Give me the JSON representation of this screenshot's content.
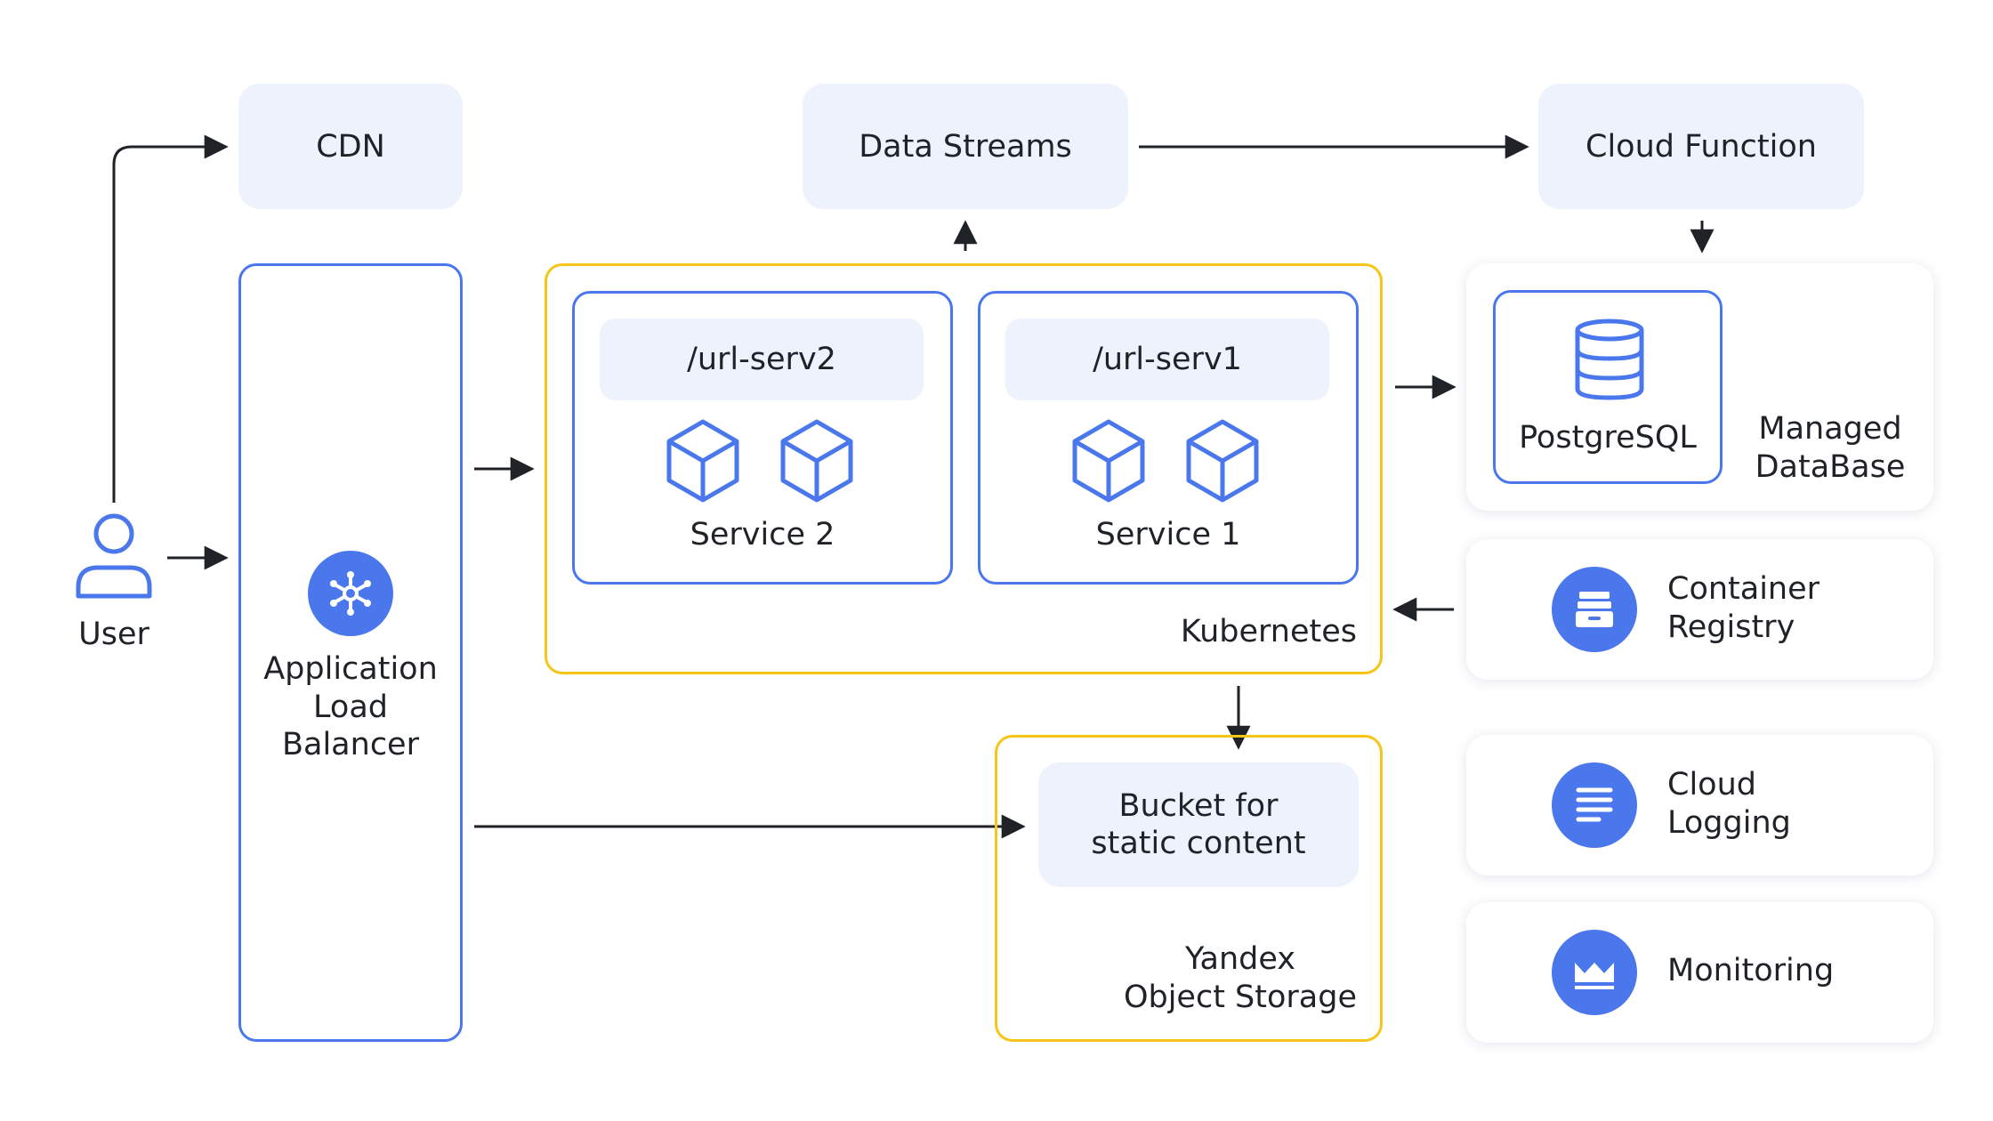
{
  "nodes": {
    "cdn": "CDN",
    "data_streams": "Data Streams",
    "cloud_function": "Cloud Function",
    "user": "User",
    "alb": "Application\nLoad\nBalancer",
    "kubernetes": "Kubernetes",
    "url_serv2": "/url-serv2",
    "url_serv1": "/url-serv1",
    "service2": "Service 2",
    "service1": "Service 1",
    "postgresql": "PostgreSQL",
    "managed_db": "Managed\nDataBase",
    "container_registry": "Container\nRegistry",
    "bucket": "Bucket for\nstatic content",
    "object_storage": "Yandex\nObject Storage",
    "cloud_logging": "Cloud\nLogging",
    "monitoring": "Monitoring"
  },
  "icons": {
    "user": "user-icon",
    "alb": "load-balancer-icon",
    "service": "cube-icon",
    "database": "database-icon",
    "registry": "container-registry-icon",
    "logging": "logging-icon",
    "monitoring": "monitoring-icon"
  },
  "colors": {
    "accent_blue": "#4a78ec",
    "highlight_yellow": "#f5c518",
    "box_fill": "#eef2fc",
    "arrow": "#1f2227"
  }
}
